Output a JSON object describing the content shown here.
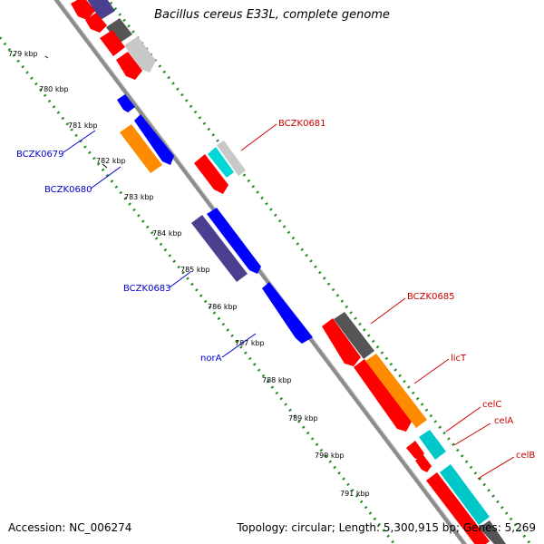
{
  "title": "Bacillus cereus E33L, complete genome",
  "accession_text": "Accession: NC_006274",
  "topology_text": "Topology: circular; Length: 5,300,915 bp; Genes: 5,269",
  "kbp_ticks": [
    "779 kbp",
    "780 kbp",
    "781 kbp",
    "782 kbp",
    "783 kbp",
    "784 kbp",
    "785 kbp",
    "786 kbp",
    "787 kbp",
    "788 kbp",
    "789 kbp",
    "790 kbp",
    "791 kbp"
  ],
  "gene_labels": {
    "bczk0679": "BCZK0679",
    "bczk0680": "BCZK0680",
    "bczk0681": "BCZK0681",
    "bczk0683": "BCZK0683",
    "bczk0685": "BCZK0685",
    "nora": "norA",
    "lict": "licT",
    "celc": "celC",
    "cela": "celA",
    "celb": "celB"
  },
  "colors": {
    "red": "#ff0000",
    "blue": "#0000ff",
    "navy": "#4b3f8f",
    "orange": "#ff8c00",
    "cyan": "#00cccc",
    "darkgray": "#555555",
    "lightgray": "#c8c8c8",
    "backbone": "#8c8c8c",
    "green": "#228b22",
    "label_blue": "#0000cc",
    "label_red": "#cc0000"
  }
}
